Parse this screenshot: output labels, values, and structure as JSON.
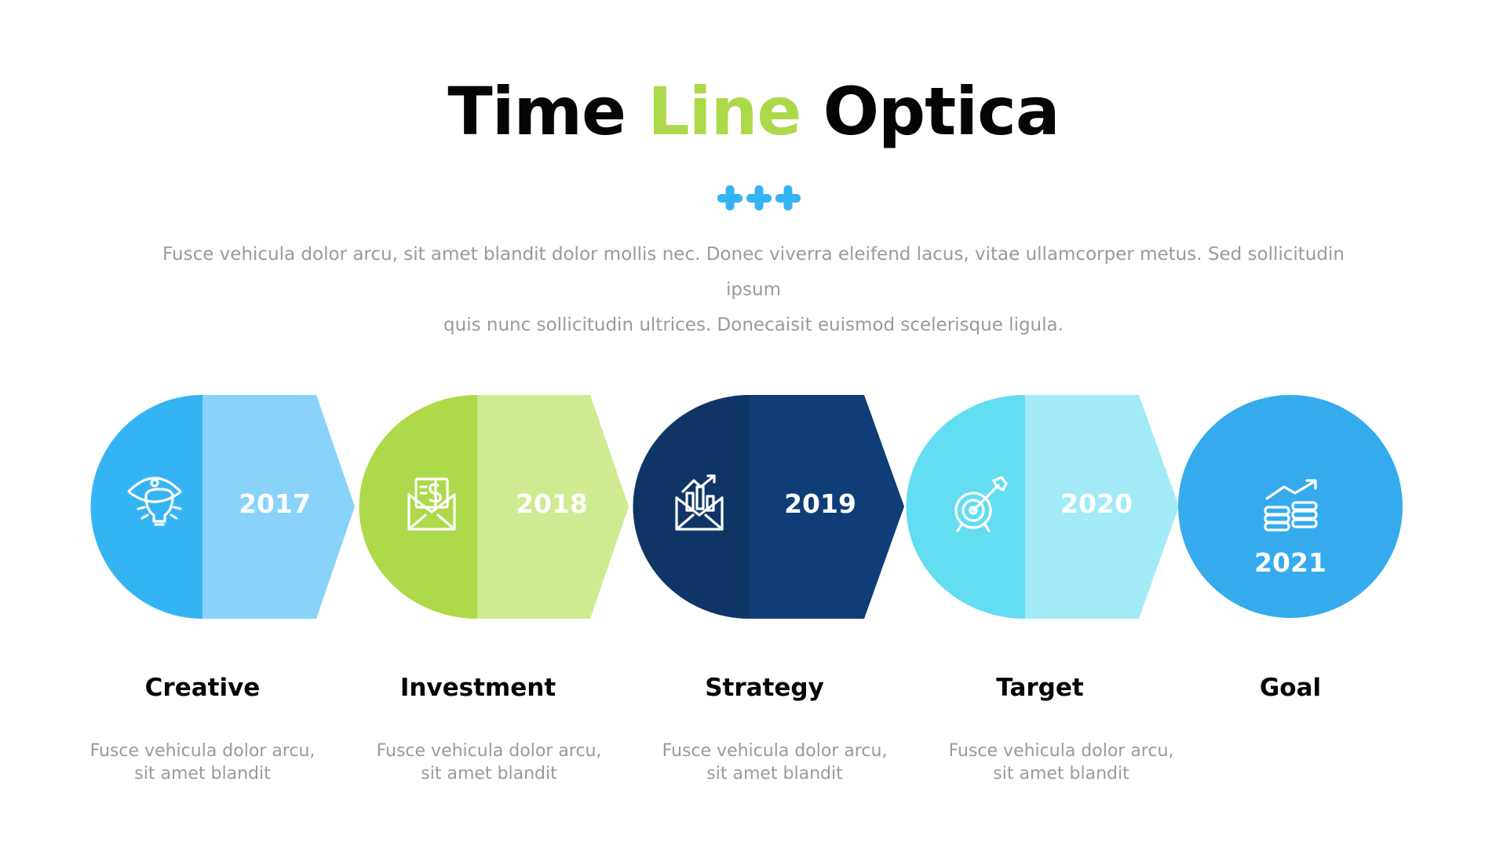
{
  "title": {
    "part1": "Time",
    "part2": "Line",
    "part3": "Optica"
  },
  "subtitle": {
    "line1": "Fusce vehicula dolor arcu, sit amet blandit dolor mollis nec. Donec viverra eleifend lacus, vitae ullamcorper metus. Sed sollicitudin ipsum",
    "line2": "quis nunc sollicitudin ultrices. Donecaisit euismod scelerisque ligula."
  },
  "colors": {
    "accent_green": "#acd94a",
    "plus_blue": "#35b4f4",
    "step1_dark": "#35b4f4",
    "step1_light": "#89d3fa",
    "step2_dark": "#aed94a",
    "step2_light": "#cfea90",
    "step3_dark": "#0e3566",
    "step3_light": "#0f3d77",
    "step4_dark": "#63ddf2",
    "step4_light": "#a2ebf6",
    "step5": "#35abee"
  },
  "steps": [
    {
      "year": "2017",
      "icon": "eye-lightbulb-icon",
      "title": "Creative",
      "desc_line1": "Fusce vehicula dolor arcu,",
      "desc_line2": "sit amet blandit"
    },
    {
      "year": "2018",
      "icon": "envelope-dollar-icon",
      "title": "Investment",
      "desc_line1": "Fusce vehicula dolor arcu,",
      "desc_line2": "sit amet blandit"
    },
    {
      "year": "2019",
      "icon": "envelope-chart-icon",
      "title": "Strategy",
      "desc_line1": "Fusce vehicula dolor arcu,",
      "desc_line2": "sit amet blandit"
    },
    {
      "year": "2020",
      "icon": "target-arrow-icon",
      "title": "Target",
      "desc_line1": "Fusce vehicula dolor arcu,",
      "desc_line2": "sit amet blandit"
    },
    {
      "year": "2021",
      "icon": "coins-growth-icon",
      "title": "Goal"
    }
  ]
}
